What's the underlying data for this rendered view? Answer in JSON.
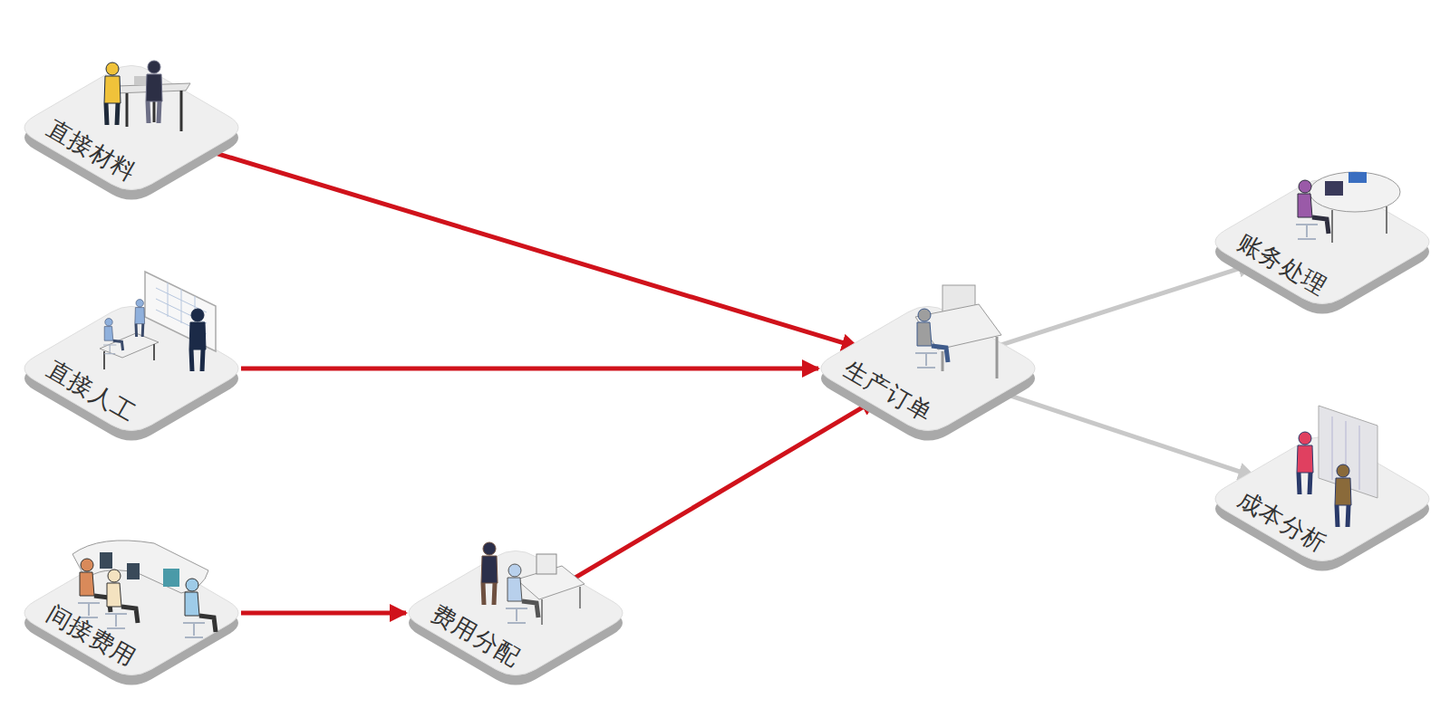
{
  "diagram": {
    "nodes": [
      {
        "text": [
          "直接材料"
        ]
      },
      {
        "text": [
          "直接人工"
        ]
      },
      {
        "text": [
          "间接费用"
        ]
      },
      {
        "text": [
          "费用分配"
        ]
      },
      {
        "text": [
          "生产订单"
        ]
      },
      {
        "text": [
          "账务处理"
        ]
      },
      {
        "text": [
          "成本分析"
        ]
      }
    ],
    "edges": [
      {
        "from": 0,
        "to": 4,
        "arrow": "to"
      },
      {
        "from": 1,
        "to": 4,
        "arrow": "to"
      },
      {
        "from": 2,
        "to": 3,
        "arrow": "to"
      },
      {
        "from": 3,
        "to": 4,
        "arrow": "to"
      },
      {
        "from": 4,
        "to": 5,
        "arrow": "to"
      },
      {
        "from": 4,
        "to": 6,
        "arrow": "to"
      }
    ]
  }
}
